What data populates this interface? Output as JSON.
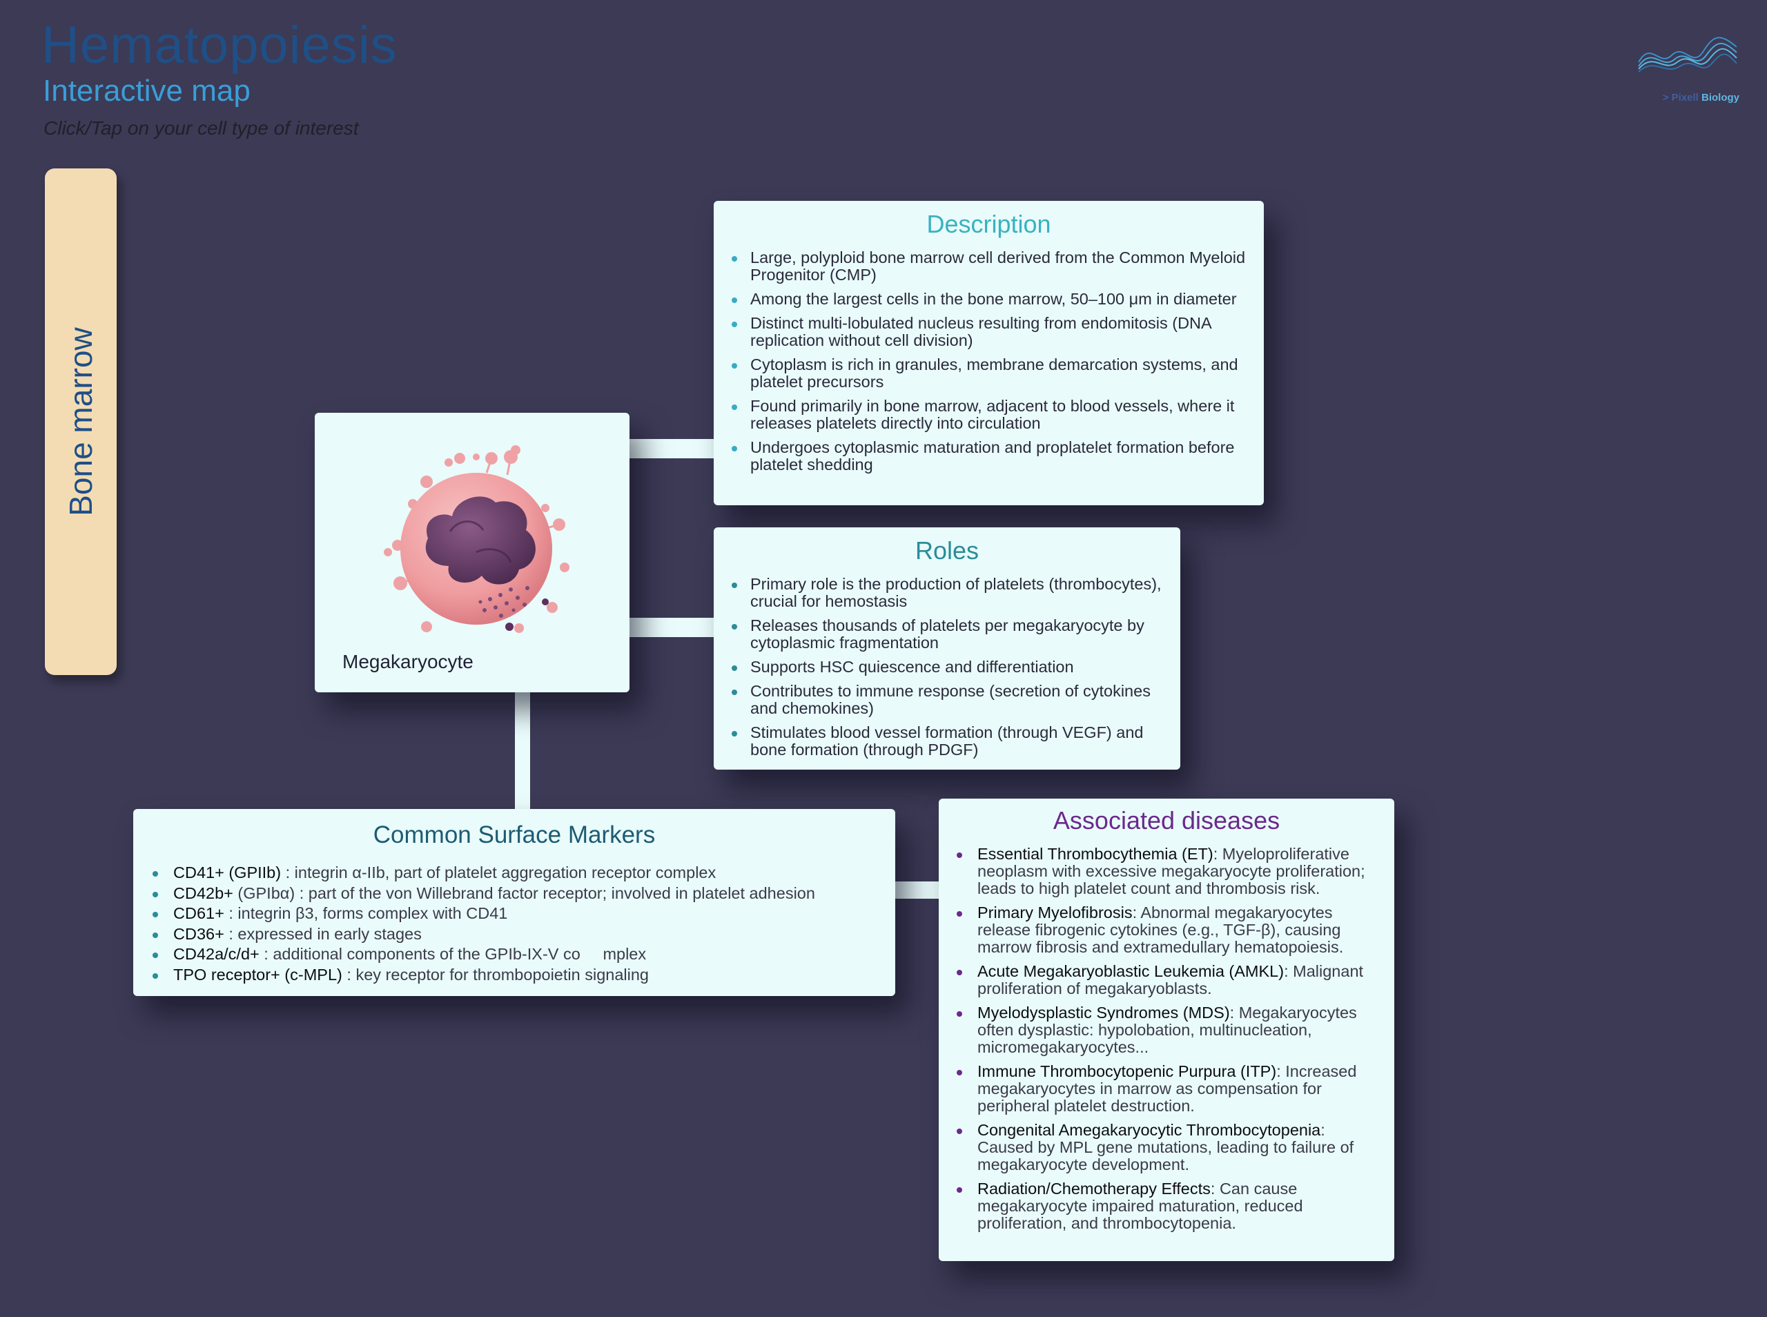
{
  "header": {
    "title": "Hematopoiesis",
    "subtitle": "Interactive map",
    "hint": "Click/Tap on your cell type of interest"
  },
  "logo": {
    "prefix": "> Pixell",
    "suffix": "Biology",
    "icon": "wave-logo-icon"
  },
  "sidebar": {
    "tab_label": "Bone marrow"
  },
  "cell": {
    "label": "Megakaryocyte",
    "icon": "megakaryocyte-illustration"
  },
  "description": {
    "title": "Description",
    "items": [
      "Large, polyploid bone marrow cell derived from the Common Myeloid Progenitor (CMP)",
      "Among the largest cells in the bone marrow, 50–100 μm in diameter",
      "Distinct multi-lobulated nucleus resulting from endomitosis (DNA replication without cell division)",
      "Cytoplasm is rich in granules, membrane demarcation systems, and platelet precursors",
      "Found primarily in bone marrow, adjacent to blood vessels, where it releases platelets directly into circulation",
      "Undergoes cytoplasmic maturation and proplatelet formation before platelet shedding"
    ]
  },
  "roles": {
    "title": "Roles",
    "items": [
      "Primary role is the production of platelets (thrombocytes), crucial for hemostasis",
      "Releases thousands of platelets per megakaryocyte by cytoplasmic fragmentation",
      "Supports HSC quiescence and differentiation",
      "Contributes to immune response (secretion of cytokines and chemokines)",
      "Stimulates blood vessel formation (through VEGF) and bone formation (through PDGF)"
    ]
  },
  "markers": {
    "title": "Common Surface Markers",
    "items": [
      {
        "name": "CD41+ (GPIIb)",
        "text": " : integrin α-IIb, part of platelet aggregation receptor complex"
      },
      {
        "name": "CD42b+",
        "text": " (GPIbα) : part of the von Willebrand factor receptor; involved in platelet adhesion"
      },
      {
        "name": "CD61+",
        "text": " : integrin β3, forms complex with CD41"
      },
      {
        "name": "CD36+",
        "text": " : expressed in early stages"
      },
      {
        "name": "CD42a/c/d+",
        "text": " : additional components of the GPIb-IX-V co     mplex"
      },
      {
        "name": "TPO receptor+ (c-MPL)",
        "text": " : key receptor for thrombopoietin signaling"
      }
    ]
  },
  "diseases": {
    "title": "Associated diseases",
    "items": [
      {
        "name": "Essential Thrombocythemia (ET)",
        "text": ": Myeloproliferative neoplasm with excessive megakaryocyte proliferation; leads to high platelet count and thrombosis risk."
      },
      {
        "name": "Primary Myelofibrosis",
        "text": ": Abnormal megakaryocytes release fibrogenic cytokines (e.g., TGF-β), causing marrow fibrosis and extramedullary hematopoiesis."
      },
      {
        "name": "Acute Megakaryoblastic Leukemia (AMKL)",
        "text": ": Malignant proliferation of megakaryoblasts."
      },
      {
        "name": "Myelodysplastic Syndromes (MDS)",
        "text": ": Megakaryocytes often dysplastic: hypolobation, multinucleation, micromegakaryocytes..."
      },
      {
        "name": "Immune Thrombocytopenic Purpura (ITP)",
        "text": ": Increased megakaryocytes in marrow as compensation for peripheral platelet destruction."
      },
      {
        "name": "Congenital Amegakaryocytic Thrombocytopenia",
        "text": ": Caused by MPL gene mutations, leading to failure of megakaryocyte development."
      },
      {
        "name": "Radiation/Chemotherapy Effects",
        "text": ": Can cause megakaryocyte impaired maturation, reduced proliferation, and thrombocytopenia."
      }
    ]
  }
}
